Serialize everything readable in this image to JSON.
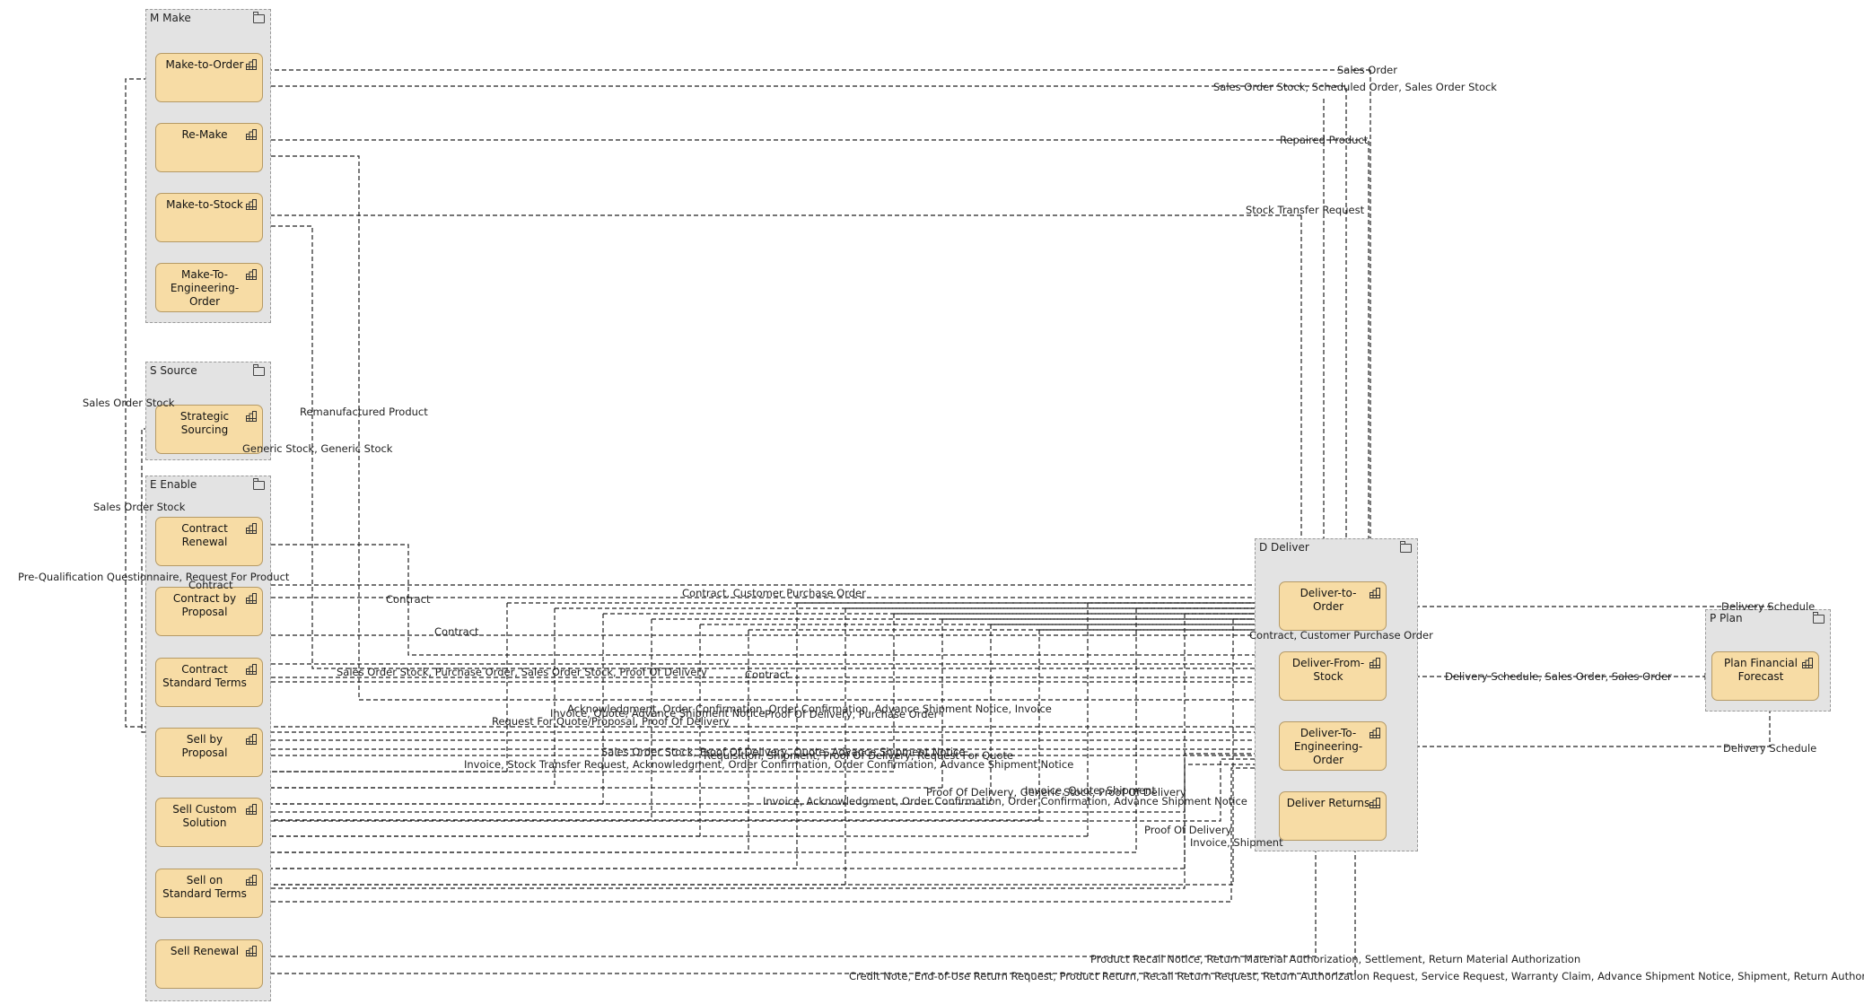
{
  "groups": {
    "make": {
      "title": "M Make"
    },
    "source": {
      "title": "S Source"
    },
    "enable": {
      "title": "E Enable"
    },
    "deliver": {
      "title": "D Deliver"
    },
    "plan": {
      "title": "P Plan"
    }
  },
  "nodes": {
    "make_to_order": "Make-to-Order",
    "re_make": "Re-Make",
    "make_to_stock": "Make-to-Stock",
    "make_to_engineering_order": "Make-To-\nEngineering-\nOrder",
    "strategic_sourcing": "Strategic\nSourcing",
    "contract_renewal": "Contract\nRenewal",
    "contract_by_proposal": "Contract by\nProposal",
    "contract_standard_terms": "Contract\nStandard Terms",
    "sell_by_proposal": "Sell by\nProposal",
    "sell_custom_solution": "Sell Custom\nSolution",
    "sell_on_standard_terms": "Sell on\nStandard Terms",
    "sell_renewal": "Sell Renewal",
    "deliver_to_order": "Deliver-to-\nOrder",
    "deliver_from_stock": "Deliver-From-\nStock",
    "deliver_to_engineering_order": "Deliver-To-\nEngineering-\nOrder",
    "deliver_returns": "Deliver Returns",
    "plan_financial_forecast": "Plan Financial\nForecast"
  },
  "flows": {
    "sales_order": "Sales Order",
    "sales_order_stock_scheduled": "Sales Order Stock, Scheduled Order, Sales Order Stock",
    "repaired_product": "Repaired Product",
    "stock_transfer_request": "Stock Transfer Request",
    "sales_order_stock_a": "Sales Order Stock",
    "remanufactured_product": "Remanufactured Product",
    "generic_stock": "Generic Stock, Generic Stock",
    "sales_order_stock_b": "Sales Order Stock",
    "pre_qualification": "Pre-Qualification Questionnaire, Request For Product",
    "contract_a": "Contract",
    "contract_b": "Contract",
    "contract_customer_po_a": "Contract, Customer Purchase Order",
    "contract_c": "Contract",
    "delivery_schedule_a": "Delivery Schedule",
    "contract_customer_po_b": "Contract, Customer Purchase Order",
    "contract_d": "Contract",
    "overlap_label": "Sales Order Stock, Purchase Order, Sales Order Stock, Proof Of Delivery",
    "delivery_schedule_sales_order": "Delivery Schedule, Sales Order, Sales Order",
    "ack_order_conf": "Acknowledgment, Order Confirmation, Order Confirmation, Advance Shipment Notice, Invoice",
    "invoice_quote_asn": "Invoice, Quote, Advance Shipment Notice",
    "proof_of_delivery_po": "Proof Of Delivery, Purchase Order",
    "request_for_quote": "Request For Quote/Proposal, Proof Of Delivery",
    "sales_order_stock_proof": "Sales Order Stock, Proof Of Delivery, Quote, Advance Shipment Notice",
    "requisition_shipment": "Requisition, Shipment, Proof Of Delivery, Request For Quote",
    "invoice_stock_transfer": "Invoice, Stock Transfer Request, Acknowledgment, Order Confirmation, Order Confirmation, Advance Shipment Notice",
    "delivery_schedule_b": "Delivery Schedule",
    "invoice_quote_shipment": "Invoice, Quote, Shipment",
    "proof_generic_stock": "Proof Of Delivery, Generic Stock, Proof Of Delivery",
    "invoice_ack": "Invoice, Acknowledgment, Order Confirmation, Order Confirmation, Advance Shipment Notice",
    "proof_of_delivery": "Proof Of Delivery",
    "invoice_shipment": "Invoice, Shipment",
    "product_recall": "Product Recall Notice, Return Material Authorization, Settlement, Return Material Authorization",
    "credit_note": "Credit Note, End-of-Use Return Request, Product Return, Recall Return Request, Return Authorization Request, Service Request, Warranty Claim, Advance Shipment Notice, Shipment, Return Authorization Request"
  },
  "icons": {
    "group_icon": "folder-icon",
    "node_icon": "process-grid-icon"
  },
  "colors": {
    "node_fill": "#f7dca5",
    "node_border": "#b59a66",
    "group_fill": "#e3e3e3"
  }
}
